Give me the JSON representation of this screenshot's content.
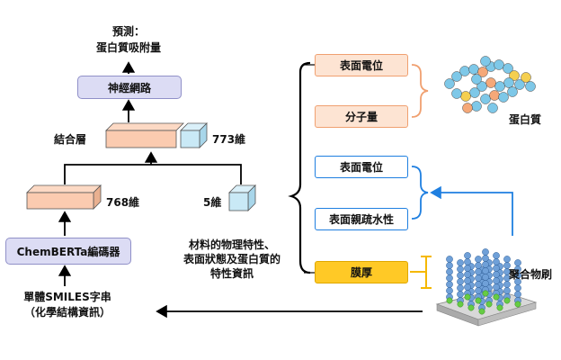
{
  "prediction": {
    "line1": "預測：",
    "line2": "蛋白質吸附量"
  },
  "neural_network": "神經網路",
  "concat_layer": "結合層",
  "dim_773": "773維",
  "dim_768": "768維",
  "dim_5": "5維",
  "encoder": "ChemBERTa編碼器",
  "smiles": {
    "line1": "單體SMILES字串",
    "line2": "（化學結構資訊）"
  },
  "features": {
    "line1": "材料的物理特性、",
    "line2": "表面狀態及蛋白質的",
    "line3": "特性資訊"
  },
  "boxes": {
    "surface_potential_protein": "表面電位",
    "molecular_weight": "分子量",
    "surface_potential_brush": "表面電位",
    "hydrophilicity": "表面親疏水性",
    "thickness": "膜厚"
  },
  "protein_label": "蛋白質",
  "brush_label": "聚合物刷",
  "colors": {
    "orange_box": "#fde4d3",
    "orange_border": "#f0a070",
    "blue_border": "#1f7fe0",
    "yellow_box": "#ffc926",
    "nn_box": "#dcdcf4",
    "cuboid_orange": "#fbcbb0",
    "cuboid_blue": "#c9e9f6"
  }
}
